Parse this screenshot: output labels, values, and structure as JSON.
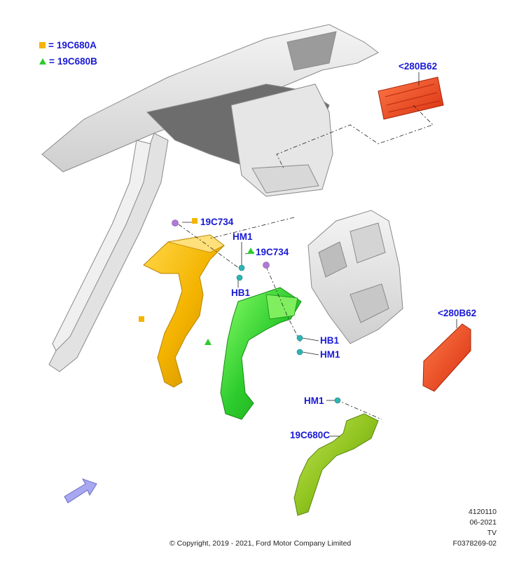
{
  "legend": [
    {
      "symbol": "yellow-square",
      "eq": "=",
      "code": "19C680A"
    },
    {
      "symbol": "green-triangle",
      "eq": "=",
      "code": "19C680B"
    }
  ],
  "callouts": {
    "ref_280b62_top": "<280B62",
    "ref_280b62_right": "<280B62",
    "c_19c734_left": "19C734",
    "c_19c734_mid": "19C734",
    "hm1_top": "HM1",
    "hb1_top": "HB1",
    "hb1_right": "HB1",
    "hm1_right": "HM1",
    "hm1_lower": "HM1",
    "c_19c680c": "19C680C"
  },
  "meta": {
    "line1": "4120110",
    "line2": "06-2021",
    "line3": "TV",
    "line4": "F0378269-02"
  },
  "copyright": "© Copyright, 2019 - 2021, Ford Motor Company Limited",
  "colors": {
    "callout_text": "#1a1ad6",
    "duct_a": "#f4b400",
    "duct_b": "#2dcc2d",
    "duct_c": "#8fc31f",
    "trim_panel": "#e8401c",
    "fastener": "#2fb4b4",
    "clip": "#b07ad6"
  },
  "icons": {
    "orientation": "view-direction-arrow-icon"
  }
}
